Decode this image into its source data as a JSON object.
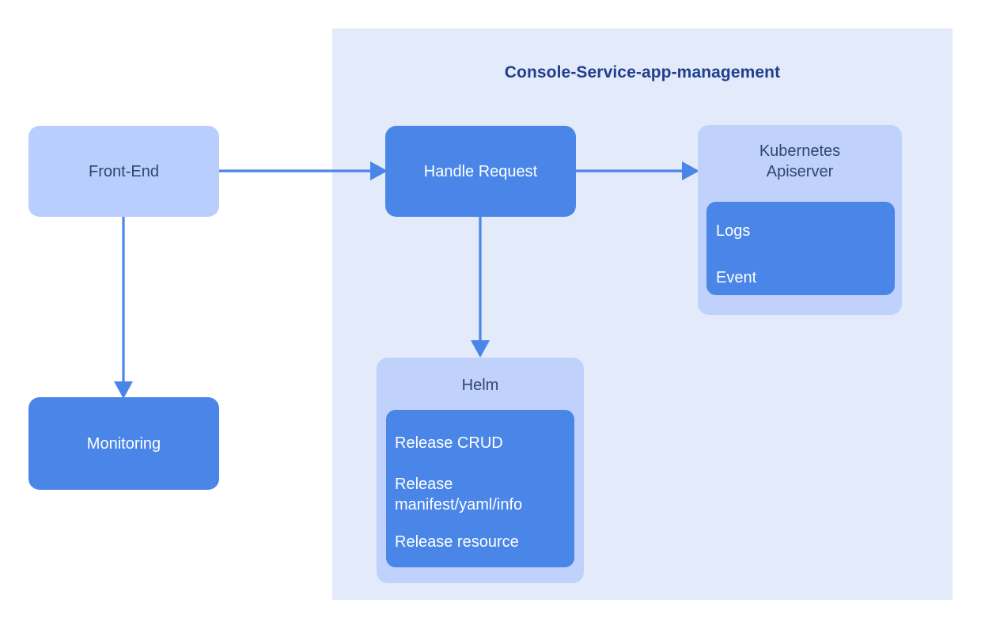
{
  "panel": {
    "title": "Console-Service-app-management",
    "background_color": "#e3eaf9"
  },
  "colors": {
    "light_box": "#b9cefc",
    "solid_box": "#4a86e8",
    "panel_bg": "#e3eaf9",
    "title_text": "#1f3f8f",
    "dark_text": "#31466b",
    "light_text": "#ffffff",
    "arrow": "#4a86e8",
    "page_bg": "#ffffff"
  },
  "nodes": {
    "frontend": {
      "label": "Front-End",
      "style": "light"
    },
    "monitoring": {
      "label": "Monitoring",
      "style": "solid"
    },
    "handle_request": {
      "label": "Handle Request",
      "style": "solid"
    }
  },
  "groups": {
    "kubernetes": {
      "title": "Kubernetes\nApiserver",
      "items": [
        "Logs",
        "Event"
      ]
    },
    "helm": {
      "title": "Helm",
      "items": [
        "Release CRUD",
        "Release\nmanifest/yaml/info",
        "Release resource"
      ]
    }
  },
  "connectors": [
    {
      "name": "frontend-to-handle-request",
      "from": "frontend",
      "to": "handle_request",
      "direction": "right"
    },
    {
      "name": "frontend-to-monitoring",
      "from": "frontend",
      "to": "monitoring",
      "direction": "down"
    },
    {
      "name": "handle-request-to-kubernetes",
      "from": "handle_request",
      "to": "kubernetes",
      "direction": "right"
    },
    {
      "name": "handle-request-to-helm",
      "from": "handle_request",
      "to": "helm",
      "direction": "down"
    }
  ]
}
